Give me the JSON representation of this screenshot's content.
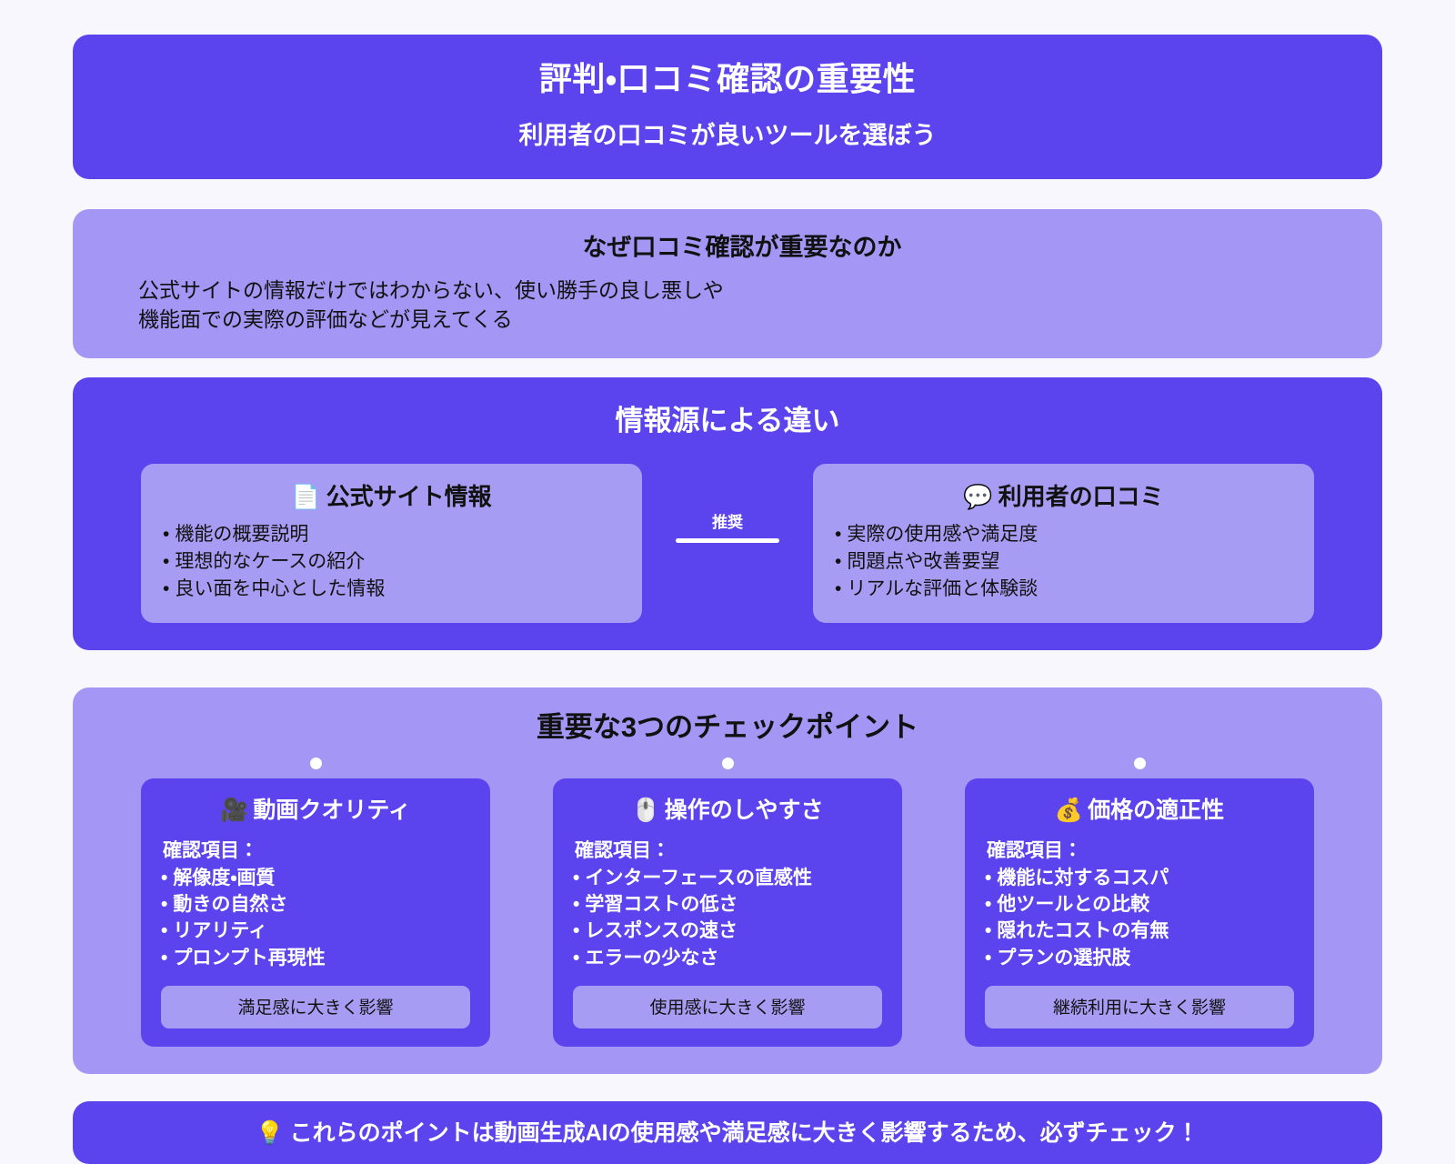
{
  "colors": {
    "background": "#f8f7fd",
    "primary_dark": "#5b44ee",
    "primary_light": "#a396f5",
    "card_light": "#a69cf3",
    "text_light": "#ffffff",
    "text_dark": "#111111"
  },
  "hero": {
    "title": "評判・口コミ確認の重要性",
    "subtitle": "利用者の口コミが良いツールを選ぼう"
  },
  "why": {
    "title": "なぜ口コミ確認が重要なのか",
    "line1": "公式サイトの情報だけではわからない、使い勝手の良し悪しや",
    "line2": "機能面での実際の評価などが見えてくる"
  },
  "sources": {
    "title": "情報源による違い",
    "connector_label": "推奨",
    "cards": [
      {
        "icon": "📄",
        "icon_name": "document-icon",
        "title": "公式サイト情報",
        "items": [
          "機能の概要説明",
          "理想的なケースの紹介",
          "良い面を中心とした情報"
        ]
      },
      {
        "icon": "💬",
        "icon_name": "speech-balloon-icon",
        "title": "利用者の口コミ",
        "items": [
          "実際の使用感や満足度",
          "問題点や改善要望",
          "リアルな評価と体験談"
        ]
      }
    ]
  },
  "checks": {
    "title": "重要な3つのチェックポイント",
    "label": "確認項目：",
    "cards": [
      {
        "icon": "🎥",
        "icon_name": "movie-camera-icon",
        "title": "動画クオリティ",
        "items": [
          "解像度・画質",
          "動きの自然さ",
          "リアリティ",
          "プロンプト再現性"
        ],
        "badge": "満足感に大きく影響"
      },
      {
        "icon": "🖱️",
        "icon_name": "computer-mouse-icon",
        "title": "操作のしやすさ",
        "items": [
          "インターフェースの直感性",
          "学習コストの低さ",
          "レスポンスの速さ",
          "エラーの少なさ"
        ],
        "badge": "使用感に大きく影響"
      },
      {
        "icon": "💰",
        "icon_name": "money-bag-icon",
        "title": "価格の適正性",
        "items": [
          "機能に対するコスパ",
          "他ツールとの比較",
          "隠れたコストの有無",
          "プランの選択肢"
        ],
        "badge": "継続利用に大きく影響"
      }
    ]
  },
  "footer": {
    "icon": "💡",
    "icon_name": "lightbulb-icon",
    "text": "これらのポイントは動画生成AIの使用感や満足感に大きく影響するため、必ずチェック！"
  }
}
